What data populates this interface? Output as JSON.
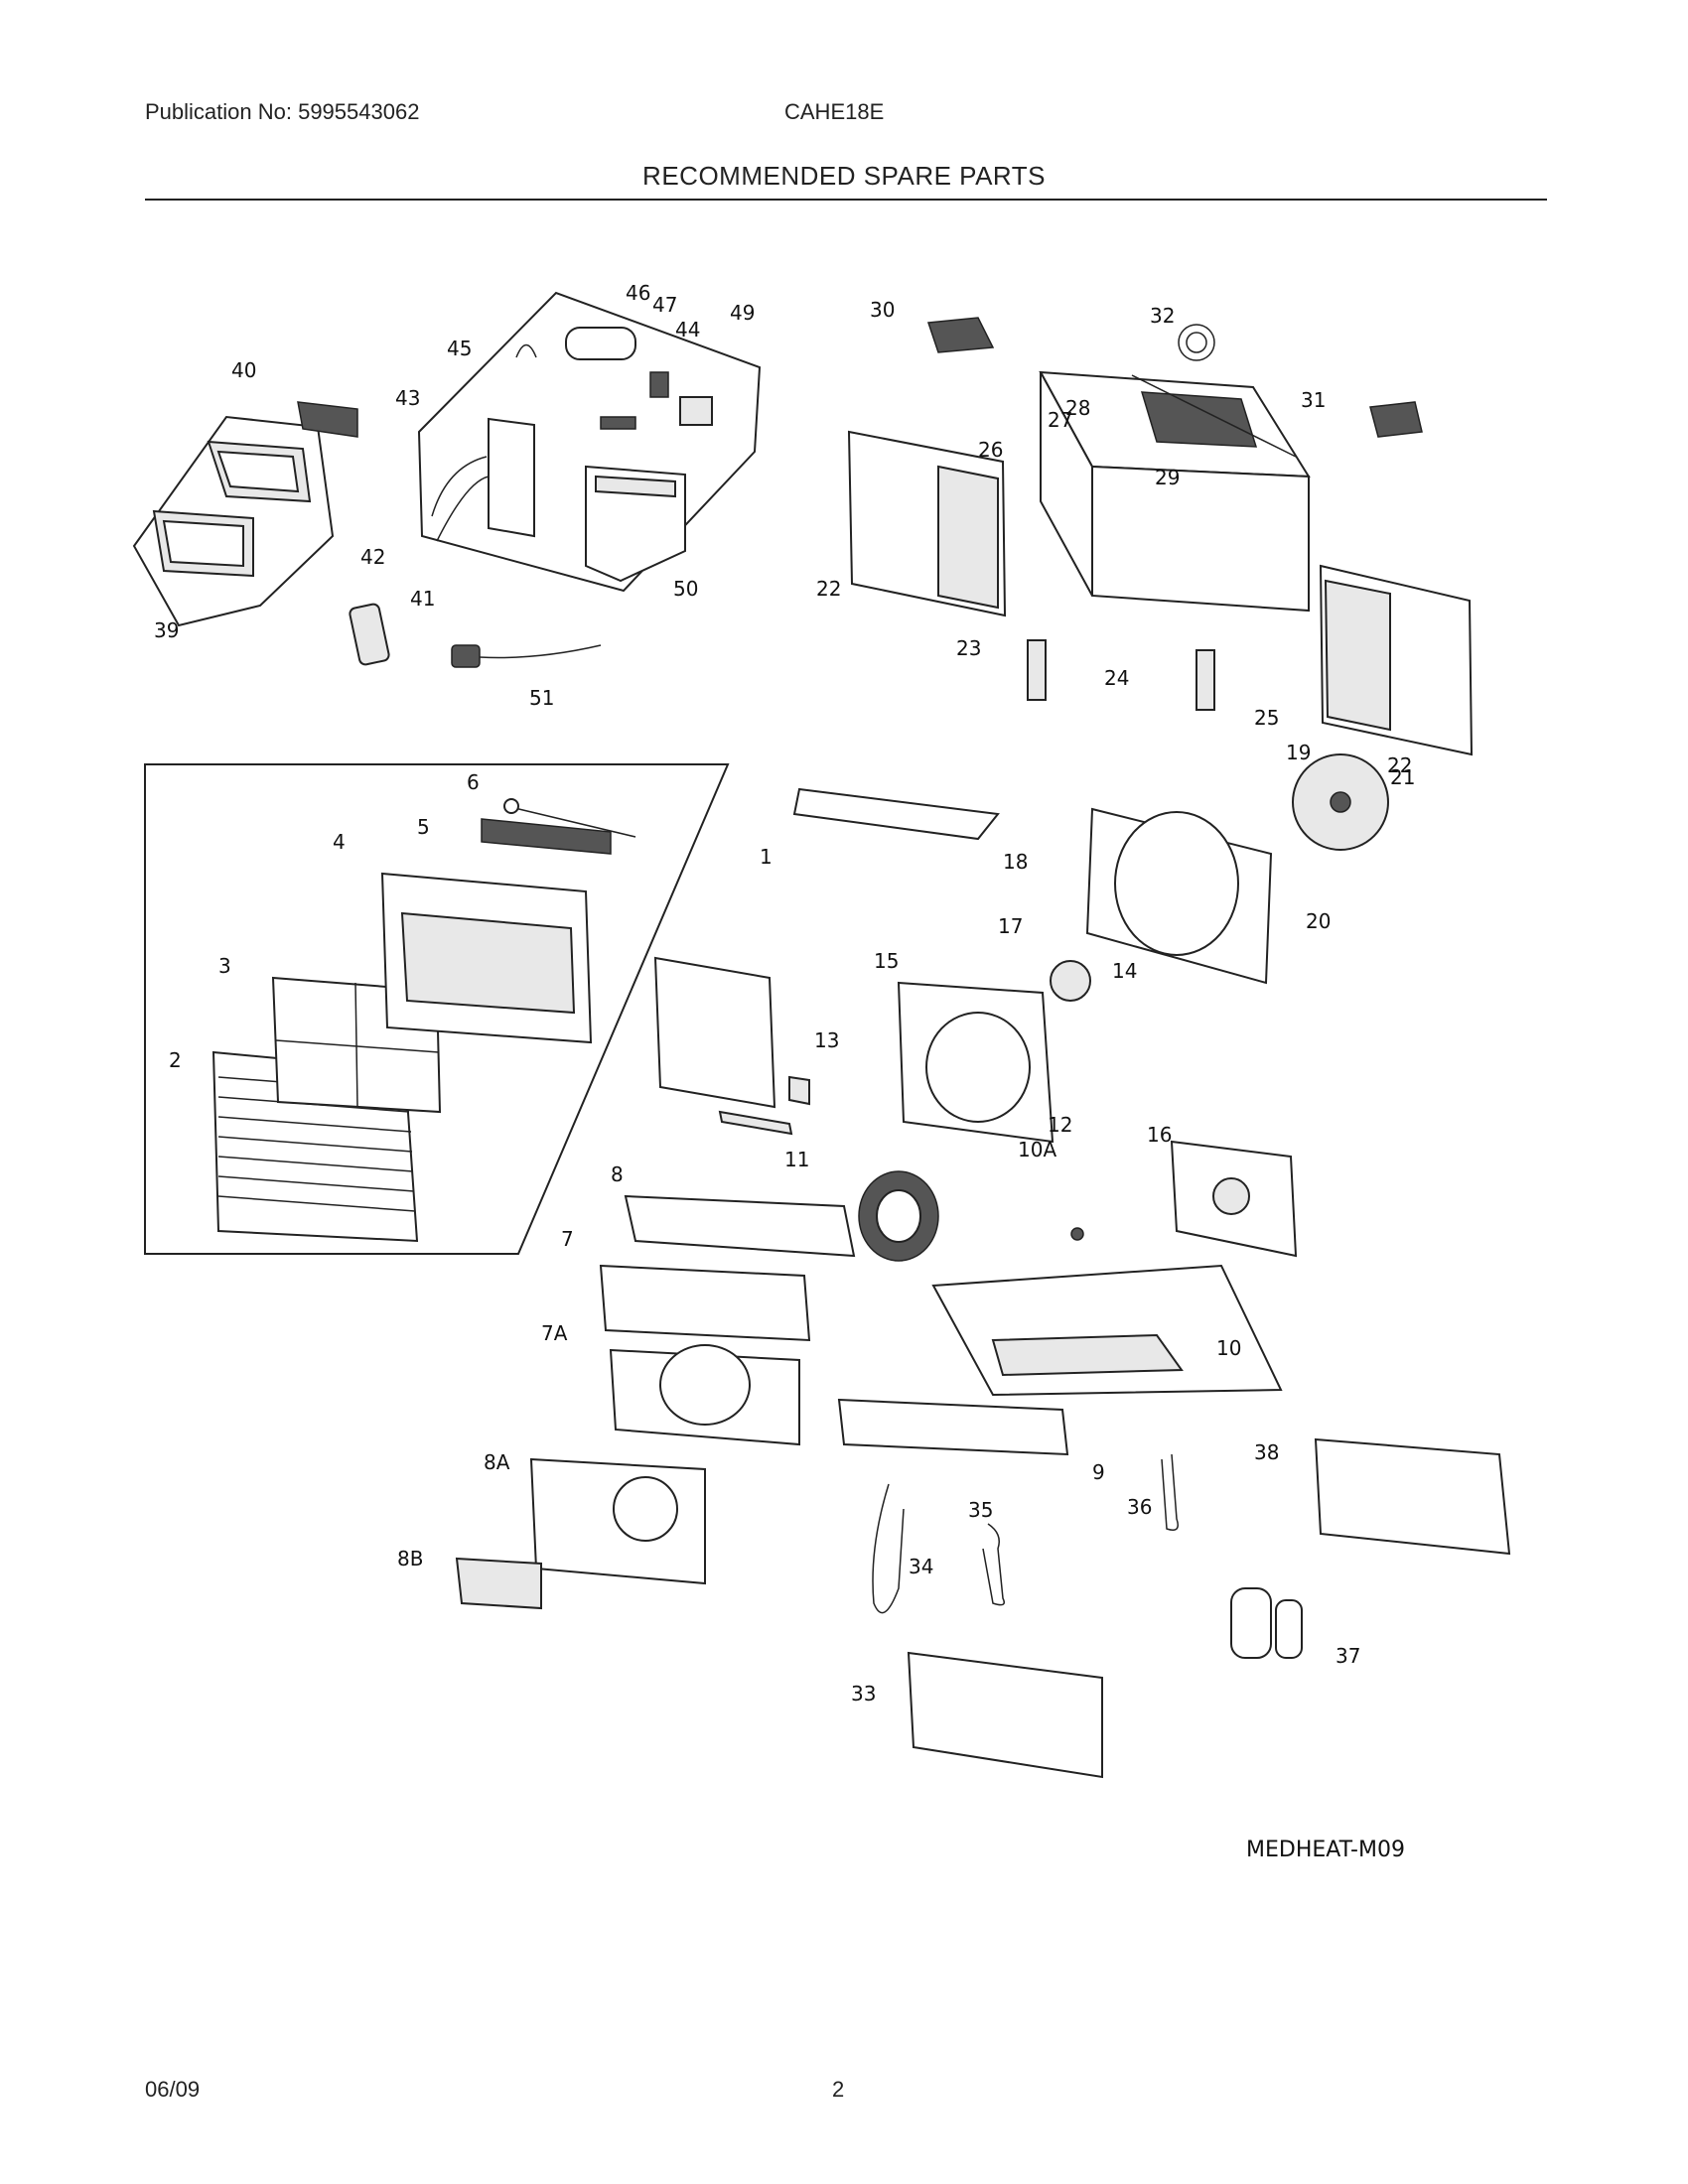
{
  "header": {
    "publication": "Publication No: 5995543062",
    "model": "CAHE18E",
    "title": "RECOMMENDED SPARE PARTS"
  },
  "footer": {
    "date": "06/09",
    "page": "2"
  },
  "diagram": {
    "code": "MEDHEAT-M09",
    "callouts": [
      "1",
      "2",
      "3",
      "4",
      "5",
      "6",
      "7",
      "7A",
      "8",
      "8A",
      "8B",
      "9",
      "10",
      "10A",
      "11",
      "12",
      "13",
      "14",
      "15",
      "16",
      "17",
      "18",
      "19",
      "20",
      "21",
      "22",
      "22",
      "23",
      "24",
      "25",
      "26",
      "27",
      "28",
      "29",
      "30",
      "31",
      "32",
      "33",
      "34",
      "35",
      "36",
      "37",
      "38",
      "39",
      "40",
      "41",
      "42",
      "43",
      "44",
      "45",
      "46",
      "47",
      "49",
      "50",
      "51"
    ]
  }
}
